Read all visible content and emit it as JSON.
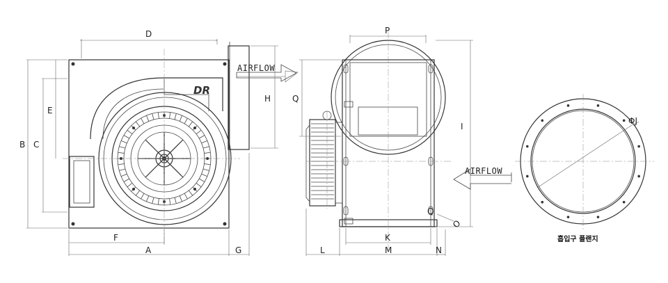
{
  "labels": {
    "D": "D",
    "P": "P",
    "B": "B",
    "C": "C",
    "E": "E",
    "H": "H",
    "Q": "Q",
    "I": "I",
    "F": "F",
    "A": "A",
    "G": "G",
    "L": "L",
    "M": "M",
    "N": "N",
    "K": "K",
    "J": "ΦJ",
    "Q_small": "Q",
    "O": "O"
  },
  "airflow": {
    "side": "AIRFLOW",
    "right": "AIRFLOW"
  },
  "logo": "DR",
  "flange_caption": "흡입구 플랜지"
}
